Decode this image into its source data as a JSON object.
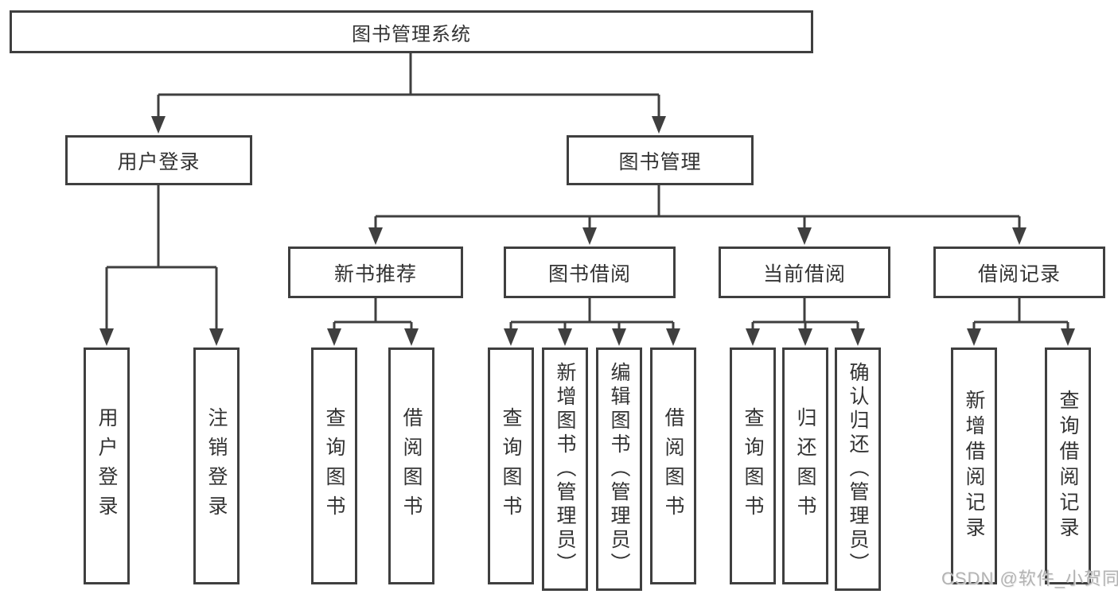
{
  "colors": {
    "border": "#3f3f3f",
    "text": "#333333",
    "background": "#ffffff",
    "watermark": "#b3b3b3"
  },
  "watermark": "CSDN @软件_小贺同学",
  "tree": {
    "root": "图书管理系统",
    "level2": [
      "用户登录",
      "图书管理"
    ],
    "level3": [
      "新书推荐",
      "图书借阅",
      "当前借阅",
      "借阅记录"
    ],
    "leaves": [
      [
        "用户登录",
        "注销登录"
      ],
      [
        "查询图书",
        "借阅图书"
      ],
      [
        "查询图书",
        "新增图书（管理员）",
        "编辑图书（管理员）",
        "借阅图书"
      ],
      [
        "查询图书",
        "归还图书",
        "确认归还（管理员）"
      ],
      [
        "新增借阅记录",
        "查询借阅记录"
      ]
    ]
  }
}
